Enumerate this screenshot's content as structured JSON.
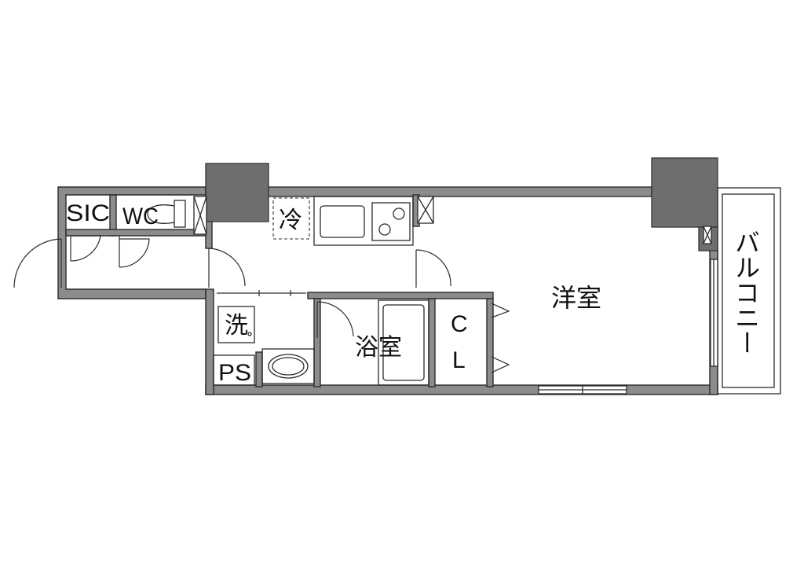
{
  "rooms": {
    "sic": "SIC",
    "wc": "WC",
    "fridge": "冷",
    "washer": "洗",
    "ps": "PS",
    "bath": "浴室",
    "closet_c": "C",
    "closet_l": "L",
    "western_room": "洋室",
    "balcony": "バルコニー"
  },
  "colors": {
    "wall": "#8c8c8c",
    "pillar": "#6e6e6e",
    "line": "#2b2b2b"
  }
}
